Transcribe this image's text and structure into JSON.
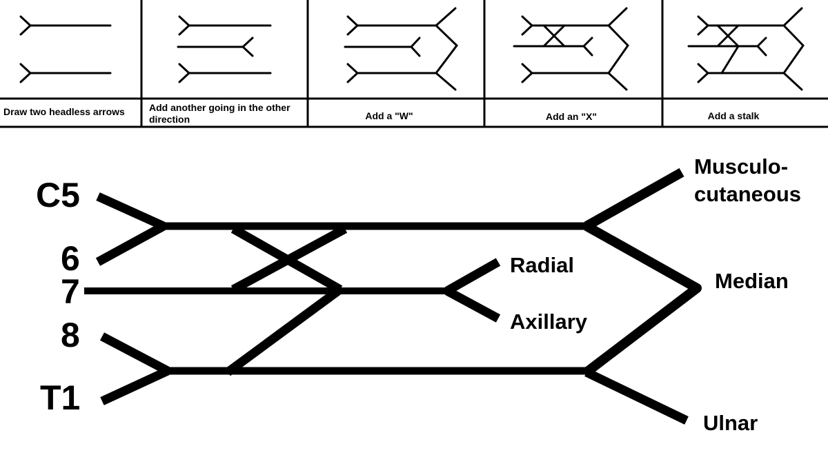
{
  "steps": [
    {
      "caption_lines": [
        "Draw two headless arrows"
      ]
    },
    {
      "caption_lines": [
        "Add another going in the other",
        "direction"
      ]
    },
    {
      "caption_lines": [
        "Add a \"W\""
      ]
    },
    {
      "caption_lines": [
        "Add an \"X\""
      ]
    },
    {
      "caption_lines": [
        "Add a stalk"
      ]
    }
  ],
  "roots": [
    "C5",
    "6",
    "7",
    "8",
    "T1"
  ],
  "nerves": {
    "musculo_line1": "Musculo-",
    "musculo_line2": "cutaneous",
    "radial": "Radial",
    "axillary": "Axillary",
    "median": "Median",
    "ulnar": "Ulnar"
  },
  "colors": {
    "line": "#000000",
    "background": "#ffffff"
  }
}
